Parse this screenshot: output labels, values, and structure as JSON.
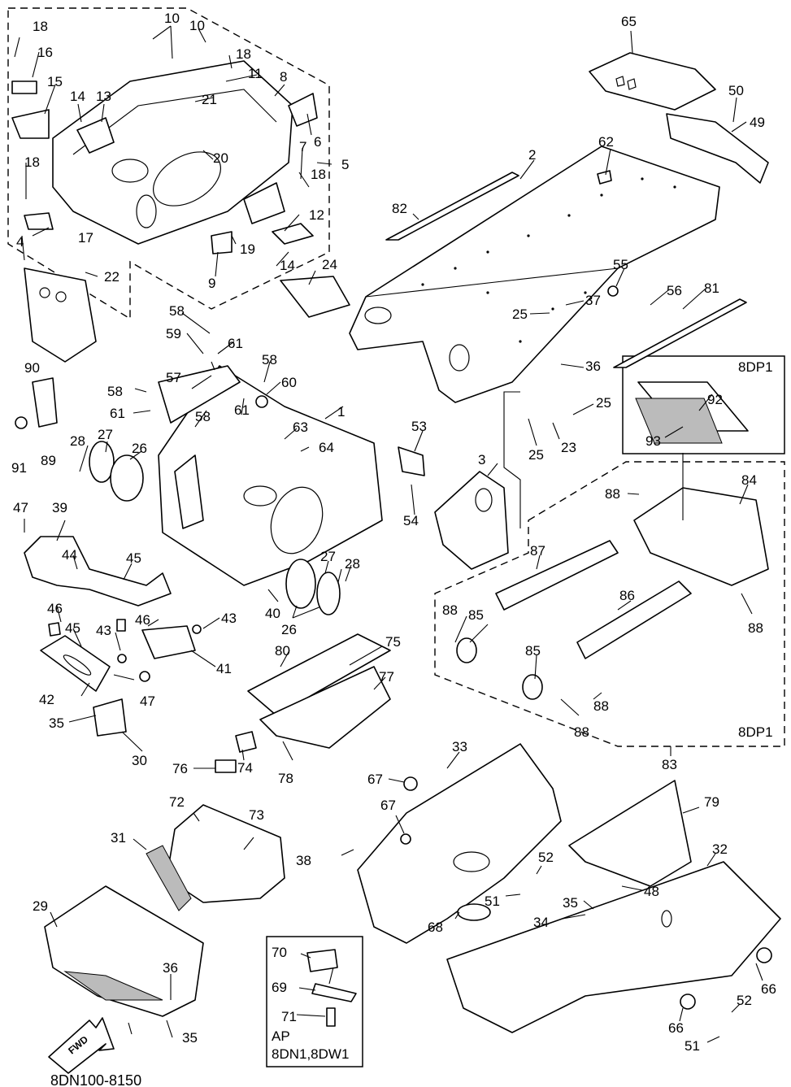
{
  "diagram_code": "8DN100-8150",
  "forward_label": "FWD",
  "variant_labels": {
    "group_top": "8DP1",
    "group_bottom": "8DP1"
  },
  "inset_labels": {
    "line1": "AP",
    "line2": "8DN1,8DW1"
  },
  "callouts": {
    "c1": "1",
    "c2": "2",
    "c3": "3",
    "c4": "4",
    "c5": "5",
    "c6": "6",
    "c7": "7",
    "c8": "8",
    "c9": "9",
    "c10a": "10",
    "c10b": "10",
    "c11": "11",
    "c12": "12",
    "c13": "13",
    "c14a": "14",
    "c14b": "14",
    "c15": "15",
    "c16": "16",
    "c17": "17",
    "c18a": "18",
    "c18b": "18",
    "c18c": "18",
    "c18d": "18",
    "c19": "19",
    "c20": "20",
    "c21": "21",
    "c22": "22",
    "c23": "23",
    "c24": "24",
    "c25a": "25",
    "c25b": "25",
    "c25c": "25",
    "c26a": "26",
    "c26b": "26",
    "c27a": "27",
    "c27b": "27",
    "c28a": "28",
    "c28b": "28",
    "c29": "29",
    "c30": "30",
    "c31": "31",
    "c32": "32",
    "c33": "33",
    "c34": "34",
    "c35a": "35",
    "c35b": "35",
    "c35c": "35",
    "c36a": "36",
    "c36b": "36",
    "c37": "37",
    "c38": "38",
    "c39": "39",
    "c40": "40",
    "c41": "41",
    "c42": "42",
    "c43a": "43",
    "c43b": "43",
    "c44": "44",
    "c45a": "45",
    "c45b": "45",
    "c46a": "46",
    "c46b": "46",
    "c47a": "47",
    "c47b": "47",
    "c48": "48",
    "c49": "49",
    "c50": "50",
    "c51a": "51",
    "c51b": "51",
    "c52a": "52",
    "c52b": "52",
    "c53": "53",
    "c54": "54",
    "c55": "55",
    "c56": "56",
    "c57": "57",
    "c58a": "58",
    "c58b": "58",
    "c58c": "58",
    "c58d": "58",
    "c59": "59",
    "c60": "60",
    "c61a": "61",
    "c61b": "61",
    "c61c": "61",
    "c62": "62",
    "c63": "63",
    "c64": "64",
    "c65": "65",
    "c66a": "66",
    "c66b": "66",
    "c67a": "67",
    "c67b": "67",
    "c68": "68",
    "c69": "69",
    "c70": "70",
    "c71": "71",
    "c72": "72",
    "c73": "73",
    "c74": "74",
    "c75": "75",
    "c76": "76",
    "c77": "77",
    "c78": "78",
    "c79": "79",
    "c80": "80",
    "c81": "81",
    "c82": "82",
    "c83": "83",
    "c84": "84",
    "c85a": "85",
    "c85b": "85",
    "c86": "86",
    "c87": "87",
    "c88a": "88",
    "c88b": "88",
    "c88c": "88",
    "c88d": "88",
    "c88e": "88",
    "c89": "89",
    "c90": "90",
    "c91": "91",
    "c92": "92",
    "c93": "93"
  }
}
